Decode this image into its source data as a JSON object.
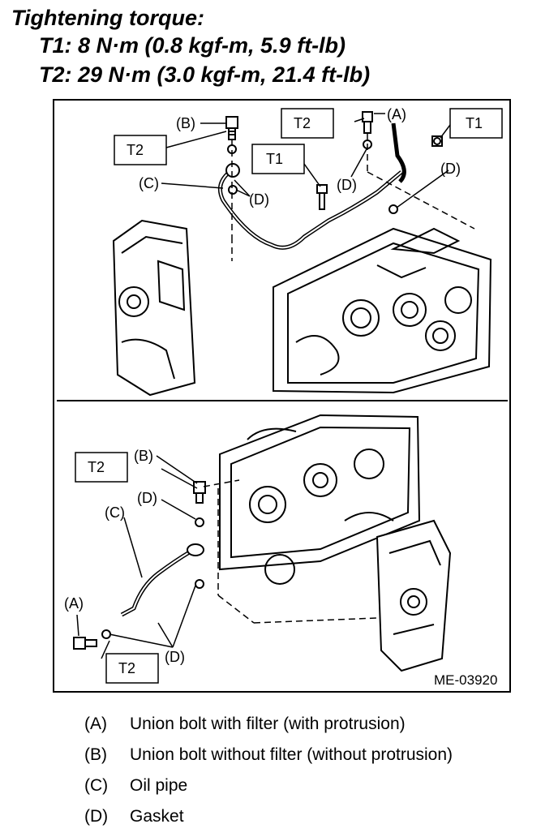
{
  "header": {
    "title": "Tightening torque:",
    "t1": "T1: 8 N·m (0.8 kgf-m, 5.9 ft-lb)",
    "t2": "T2: 29 N·m (3.0 kgf-m, 21.4 ft-lb)"
  },
  "figure": {
    "code": "ME-03920",
    "labels": {
      "a": "(A)",
      "b": "(B)",
      "c": "(C)",
      "d": "(D)",
      "t1": "T1",
      "t2": "T2"
    }
  },
  "legend": [
    {
      "key": "(A)",
      "text": "Union bolt with filter (with protrusion)"
    },
    {
      "key": "(B)",
      "text": "Union bolt without filter (without protrusion)"
    },
    {
      "key": "(C)",
      "text": "Oil pipe"
    },
    {
      "key": "(D)",
      "text": "Gasket"
    }
  ]
}
